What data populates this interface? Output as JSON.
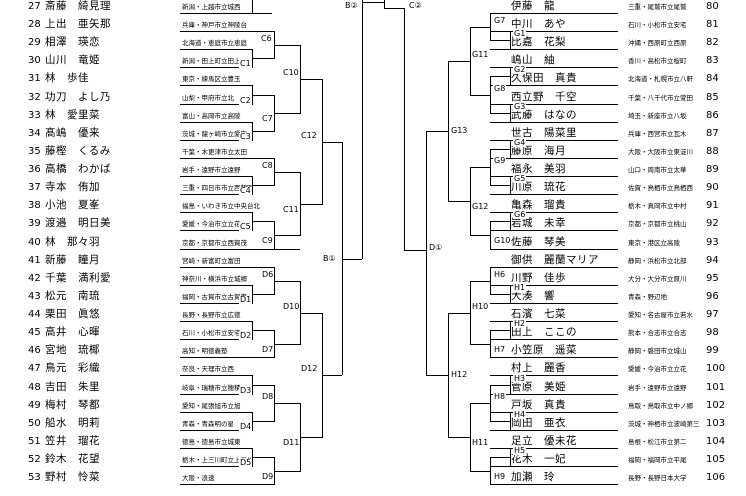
{
  "left_players": [
    {
      "no": "27",
      "name": "斎藤　綺見理",
      "school": "新潟・上越市立城西"
    },
    {
      "no": "28",
      "name": "上出　亜矢那",
      "school": "兵庫・神戸市立神陵台"
    },
    {
      "no": "29",
      "name": "相澤　瑛恋",
      "school": "北海道・恵庭市立恵庭"
    },
    {
      "no": "30",
      "name": "山川　竜姫",
      "school": "新潟・田上町立田上"
    },
    {
      "no": "31",
      "name": "林　歩佳",
      "school": "東京・練馬区立豊玉"
    },
    {
      "no": "32",
      "name": "功刀　よし乃",
      "school": "山梨・甲府市立北"
    },
    {
      "no": "33",
      "name": "林　愛里菜",
      "school": "富山・高岡市立高陵"
    },
    {
      "no": "34",
      "name": "髙嶋　優来",
      "school": "茨城・龍ヶ崎市立愛宕"
    },
    {
      "no": "35",
      "name": "藤樫　くるみ",
      "school": "千葉・木更津市立太田"
    },
    {
      "no": "36",
      "name": "高橋　わかば",
      "school": "岩手・遠野市立遠野"
    },
    {
      "no": "37",
      "name": "寺本　侑加",
      "school": "三重・四日市市立西朝明"
    },
    {
      "no": "38",
      "name": "小池　夏峯",
      "school": "福島・いわき市立中央台北"
    },
    {
      "no": "39",
      "name": "渡邉　明日美",
      "school": "愛媛・今治市立立花"
    },
    {
      "no": "40",
      "name": "林　那々羽",
      "school": "京都・京都市立西賀茂"
    },
    {
      "no": "41",
      "name": "新藤　瞳月",
      "school": "宮崎・新富町立富田"
    },
    {
      "no": "42",
      "name": "千葉　満利愛",
      "school": "神奈川・横浜市立城郷"
    },
    {
      "no": "43",
      "name": "松元　南琉",
      "school": "福岡・古賀市立古賀東"
    },
    {
      "no": "44",
      "name": "栗田　眞悠",
      "school": "長野・長野市立広徳"
    },
    {
      "no": "45",
      "name": "高井　心暉",
      "school": "石川・小松市立安宅"
    },
    {
      "no": "46",
      "name": "宮地　琉椰",
      "school": "高知・明徳義塾"
    },
    {
      "no": "47",
      "name": "鳥元　彩織",
      "school": "奈良・天理市立西"
    },
    {
      "no": "48",
      "name": "吉田　朱里",
      "school": "岐阜・瑞穂市立穂積"
    },
    {
      "no": "49",
      "name": "梅村　琴都",
      "school": "愛知・尾張旭市立旭"
    },
    {
      "no": "50",
      "name": "船水　明莉",
      "school": "青森・青森明の星"
    },
    {
      "no": "51",
      "name": "笠井　瑠花",
      "school": "徳島・徳島市立城東"
    },
    {
      "no": "52",
      "name": "鈴木　花望",
      "school": "栃木・上三川町立上三川"
    },
    {
      "no": "53",
      "name": "野村　怜菜",
      "school": "大阪・浪速"
    }
  ],
  "right_players": [
    {
      "no": "80",
      "name": "伊藤　龍",
      "school": "三重・尾鷲市立尾鷲"
    },
    {
      "no": "81",
      "name": "中川　あや",
      "school": "石川・小松市立安宅"
    },
    {
      "no": "82",
      "name": "比嘉　花梨",
      "school": "沖縄・西原町立西原"
    },
    {
      "no": "83",
      "name": "嶋山　紬",
      "school": "香川・高松市立桜町"
    },
    {
      "no": "84",
      "name": "久保田　真貴",
      "school": "北海道・札幌市立八軒"
    },
    {
      "no": "85",
      "name": "西立野　千空",
      "school": "千葉・八千代市立萱田"
    },
    {
      "no": "86",
      "name": "武藤　はなの",
      "school": "埼玉・新座市立八坂"
    },
    {
      "no": "87",
      "name": "世古　陽菜里",
      "school": "兵庫・西宮市立瓦木"
    },
    {
      "no": "88",
      "name": "藤原　海月",
      "school": "大阪・大阪市立東淀川"
    },
    {
      "no": "89",
      "name": "福永　美羽",
      "school": "山口・周南市立太華"
    },
    {
      "no": "90",
      "name": "川原　琉花",
      "school": "佐賀・鳥栖市立鳥栖西"
    },
    {
      "no": "91",
      "name": "亀森　瑠貴",
      "school": "栃木・真岡市立中村"
    },
    {
      "no": "92",
      "name": "岩城　未幸",
      "school": "京都・京都市立桃山"
    },
    {
      "no": "93",
      "name": "佐藤　琴美",
      "school": "東京・港区立高陵"
    },
    {
      "no": "94",
      "name": "御供　麗蘭マリア",
      "school": "静岡・浜松市立北部"
    },
    {
      "no": "95",
      "name": "川野　佳歩",
      "school": "大分・大分市立原川"
    },
    {
      "no": "96",
      "name": "大湊　響",
      "school": "青森・野辺地"
    },
    {
      "no": "97",
      "name": "石濱　七菜",
      "school": "愛知・名古屋市立若水"
    },
    {
      "no": "98",
      "name": "田上　ここの",
      "school": "熊本・合志市立合志"
    },
    {
      "no": "99",
      "name": "小笠原　遥菜",
      "school": "静岡・磐田市立城山"
    },
    {
      "no": "100",
      "name": "村上　麗香",
      "school": "愛媛・今治市立立花"
    },
    {
      "no": "101",
      "name": "菅原　美姫",
      "school": "岩手・遠野市立遠野"
    },
    {
      "no": "102",
      "name": "戸坂　真貴",
      "school": "鳥取・鳥取市立中ノ郷"
    },
    {
      "no": "103",
      "name": "岡田　亜衣",
      "school": "茨城・神栖市立波崎第三"
    },
    {
      "no": "104",
      "name": "足立　優未花",
      "school": "島根・松江市立第二"
    },
    {
      "no": "105",
      "name": "花木　一妃",
      "school": "福岡・福岡市立平尾"
    },
    {
      "no": "106",
      "name": "加瀬　玲",
      "school": "長野・長野日本大学"
    }
  ],
  "labels": {
    "C1": "C1",
    "C2": "C2",
    "C3": "C3",
    "C4": "C4",
    "C5": "C5",
    "C6": "C6",
    "C7": "C7",
    "C8": "C8",
    "C9": "C9",
    "C10": "C10",
    "C11": "C11",
    "C12": "C12",
    "D1": "D1",
    "D2": "D2",
    "D3": "D3",
    "D4": "D4",
    "D5": "D5",
    "D6": "D6",
    "D7": "D7",
    "D8": "D8",
    "D9": "D9",
    "D10": "D10",
    "D11": "D11",
    "D12": "D12",
    "G1": "G1",
    "G2": "G2",
    "G3": "G3",
    "G4": "G4",
    "G5": "G5",
    "G6": "G6",
    "G7": "G7",
    "G8": "G8",
    "G9": "G9",
    "G10": "G10",
    "G11": "G11",
    "G12": "G12",
    "G13": "G13",
    "H1": "H1",
    "H2": "H2",
    "H3": "H3",
    "H4": "H4",
    "H5": "H5",
    "H6": "H6",
    "H7": "H7",
    "H8": "H8",
    "H9": "H9",
    "H10": "H10",
    "H11": "H11",
    "H12": "H12",
    "B1": "B①",
    "B2": "B②",
    "C2c": "C②",
    "D1c": "D①"
  }
}
